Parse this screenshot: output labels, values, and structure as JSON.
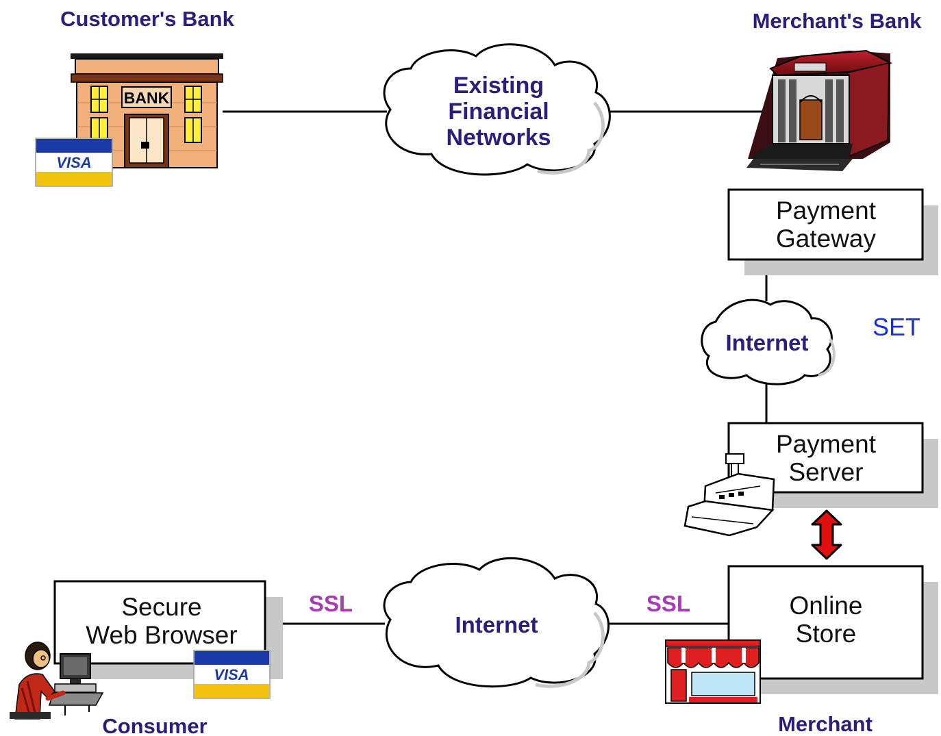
{
  "labels": {
    "customers_bank": "Customer's Bank",
    "merchants_bank": "Merchant's Bank",
    "consumer": "Consumer",
    "merchant": "Merchant"
  },
  "clouds": {
    "financial": [
      "Existing",
      "Financial",
      "Networks"
    ],
    "internet_top": "Internet",
    "internet_bottom": "Internet"
  },
  "boxes": {
    "payment_gateway": [
      "Payment",
      "Gateway"
    ],
    "payment_server": [
      "Payment",
      "Server"
    ],
    "online_store": [
      "Online",
      "Store"
    ],
    "secure_web_browser": [
      "Secure",
      "Web Browser"
    ]
  },
  "protocols": {
    "set": "SET",
    "ssl_left": "SSL",
    "ssl_right": "SSL"
  },
  "icons": {
    "bank_sign": "BANK",
    "visa_card": "VISA"
  },
  "colors": {
    "navy_text": "#2a1f7a",
    "ssl_text": "#a63bb5",
    "set_text": "#1a2fd4",
    "arrow_red": "#e01010",
    "shadow_gray": "#c8c8c8"
  }
}
